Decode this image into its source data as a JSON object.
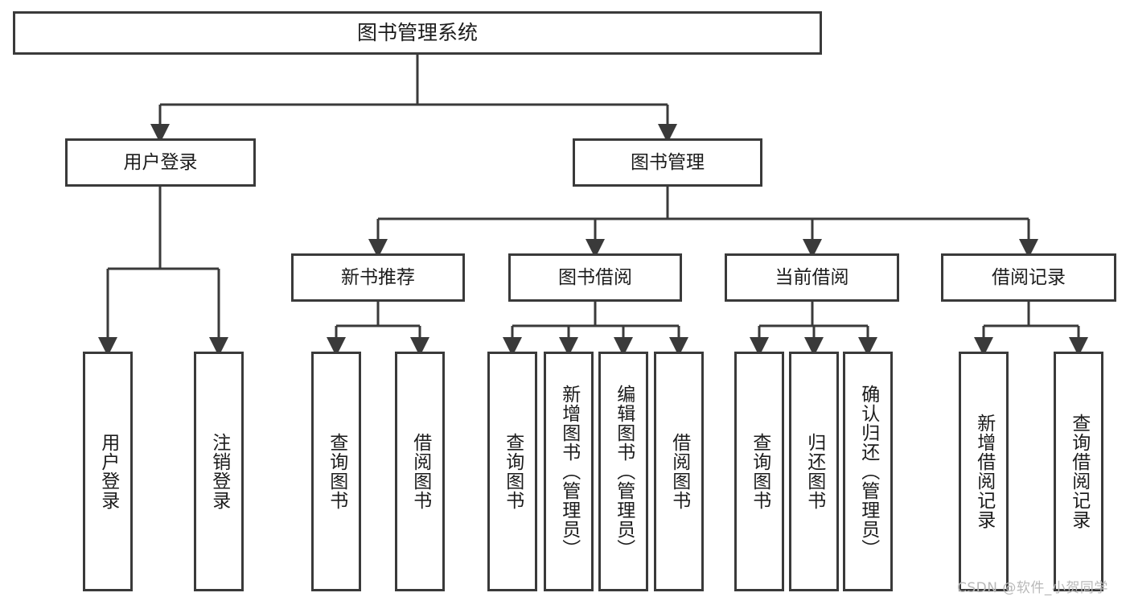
{
  "diagram": {
    "title": "图书管理系统",
    "type": "tree-hierarchy-diagram",
    "watermark": "CSDN @软件_小贺同学",
    "colors": {
      "stroke": "#3a3a3a",
      "fill": "#ffffff",
      "text": "#1c1c1c",
      "watermark": "#b9b9b9"
    },
    "nodes": {
      "root": {
        "label": "图书管理系统"
      },
      "level1": [
        {
          "id": "user-login",
          "label": "用户登录"
        },
        {
          "id": "book-manage",
          "label": "图书管理"
        }
      ],
      "level2": [
        {
          "id": "new-book-recommend",
          "label": "新书推荐"
        },
        {
          "id": "book-borrow",
          "label": "图书借阅"
        },
        {
          "id": "current-borrow",
          "label": "当前借阅"
        },
        {
          "id": "borrow-record",
          "label": "借阅记录"
        }
      ],
      "leaves": {
        "user-login": [
          {
            "id": "leaf-user-login",
            "label": "用户登录"
          },
          {
            "id": "leaf-logout-login",
            "label": "注销登录"
          }
        ],
        "new-book-recommend": [
          {
            "id": "leaf-query-book-1",
            "label": "查询图书"
          },
          {
            "id": "leaf-borrow-book-1",
            "label": "借阅图书"
          }
        ],
        "book-borrow": [
          {
            "id": "leaf-query-book-2",
            "label": "查询图书"
          },
          {
            "id": "leaf-add-book-admin",
            "label": "新增图书（管理员）"
          },
          {
            "id": "leaf-edit-book-admin",
            "label": "编辑图书（管理员）"
          },
          {
            "id": "leaf-borrow-book-2",
            "label": "借阅图书"
          }
        ],
        "current-borrow": [
          {
            "id": "leaf-query-book-3",
            "label": "查询图书"
          },
          {
            "id": "leaf-return-book",
            "label": "归还图书"
          },
          {
            "id": "leaf-confirm-return-admin",
            "label": "确认归还（管理员）"
          }
        ],
        "borrow-record": [
          {
            "id": "leaf-add-borrow-record",
            "label": "新增借阅记录"
          },
          {
            "id": "leaf-query-borrow-record",
            "label": "查询借阅记录"
          }
        ]
      }
    }
  }
}
